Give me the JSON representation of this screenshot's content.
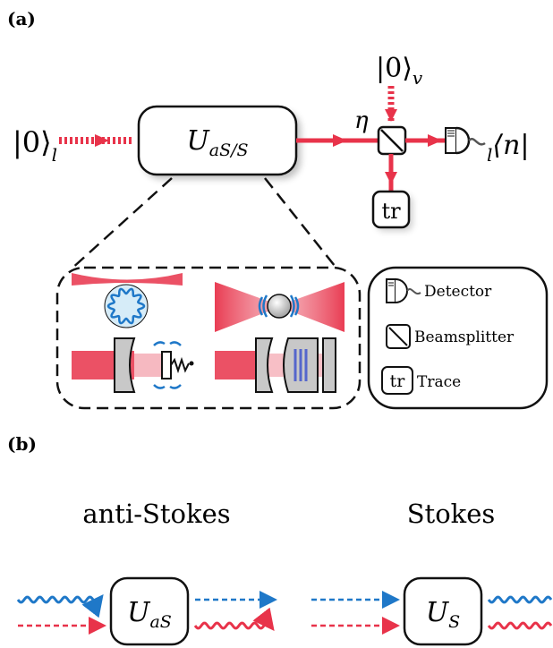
{
  "panel_a": {
    "label": "(a)",
    "input_state": {
      "main": "|0⟩",
      "sub": "l"
    },
    "vacuum_state": {
      "main": "|0⟩",
      "sub": "v"
    },
    "unitary": {
      "main": "U",
      "sub": "aS/S"
    },
    "beamsplitter_param": "η",
    "trace_box": "tr",
    "measurement": {
      "pre": "l",
      "main": "⟨n|"
    },
    "legend": {
      "detector": "Detector",
      "beamsplitter": "Beamsplitter",
      "trace_symbol": "tr",
      "trace": "Trace"
    }
  },
  "panel_b": {
    "label": "(b)",
    "anti_stokes": {
      "heading": "anti-Stokes",
      "unitary_main": "U",
      "unitary_sub": "aS"
    },
    "stokes": {
      "heading": "Stokes",
      "unitary_main": "U",
      "unitary_sub": "S"
    }
  },
  "colors": {
    "laser_red": "#e8334a",
    "glow_red": "#f5a3ae",
    "wave_blue": "#1f78c8",
    "mirror_gray": "#c8c8c8",
    "outline": "#111111"
  }
}
